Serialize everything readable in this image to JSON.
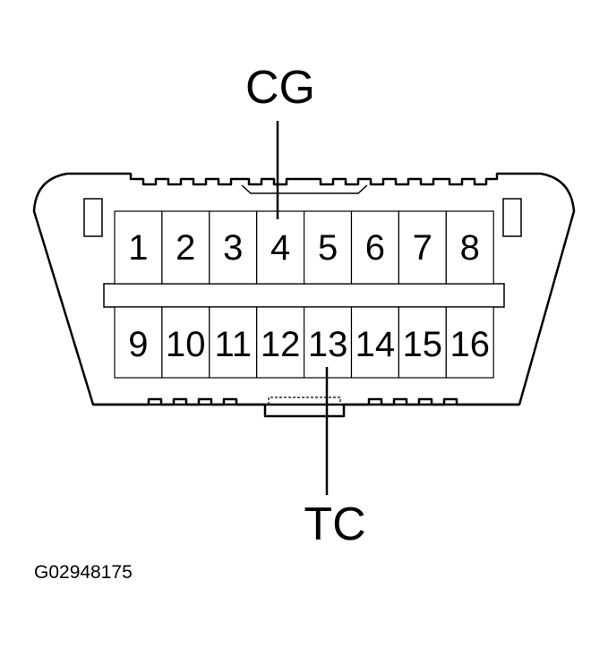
{
  "labels": {
    "top": "CG",
    "bottom": "TC"
  },
  "figure_id": "G02948175",
  "pins": {
    "top_row": [
      "1",
      "2",
      "3",
      "4",
      "5",
      "6",
      "7",
      "8"
    ],
    "bottom_row": [
      "9",
      "10",
      "11",
      "12",
      "13",
      "14",
      "15",
      "16"
    ]
  },
  "callouts": {
    "top_pin": "4",
    "bottom_pin": "13"
  }
}
